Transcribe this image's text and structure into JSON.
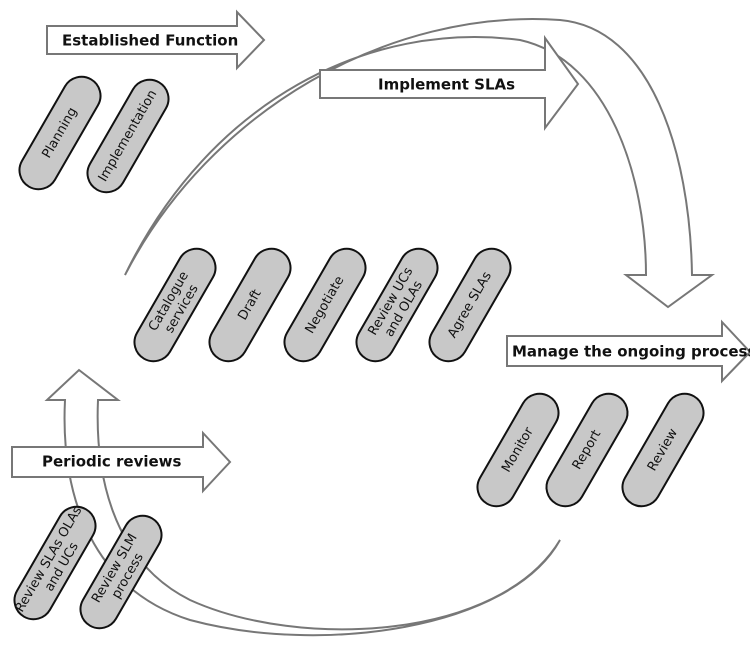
{
  "banners": {
    "established": "Established Function",
    "implement": "Implement SLAs",
    "manage": "Manage the ongoing process",
    "periodic": "Periodic reviews"
  },
  "stages": {
    "planning": [
      "Planning"
    ],
    "implementation": [
      "Implementation"
    ],
    "catalogue": [
      "Catalogue",
      "services"
    ],
    "draft": [
      "Draft"
    ],
    "negotiate": [
      "Negotiate"
    ],
    "review_ucs": [
      "Review UCs",
      "and OLAs"
    ],
    "agree": [
      "Agree SLAs"
    ],
    "monitor": [
      "Monitor"
    ],
    "report": [
      "Report"
    ],
    "review": [
      "Review"
    ],
    "review_slas": [
      "Review SLAs OLAs",
      "and UCs"
    ],
    "review_slm": [
      "Review SLM",
      "process"
    ]
  }
}
